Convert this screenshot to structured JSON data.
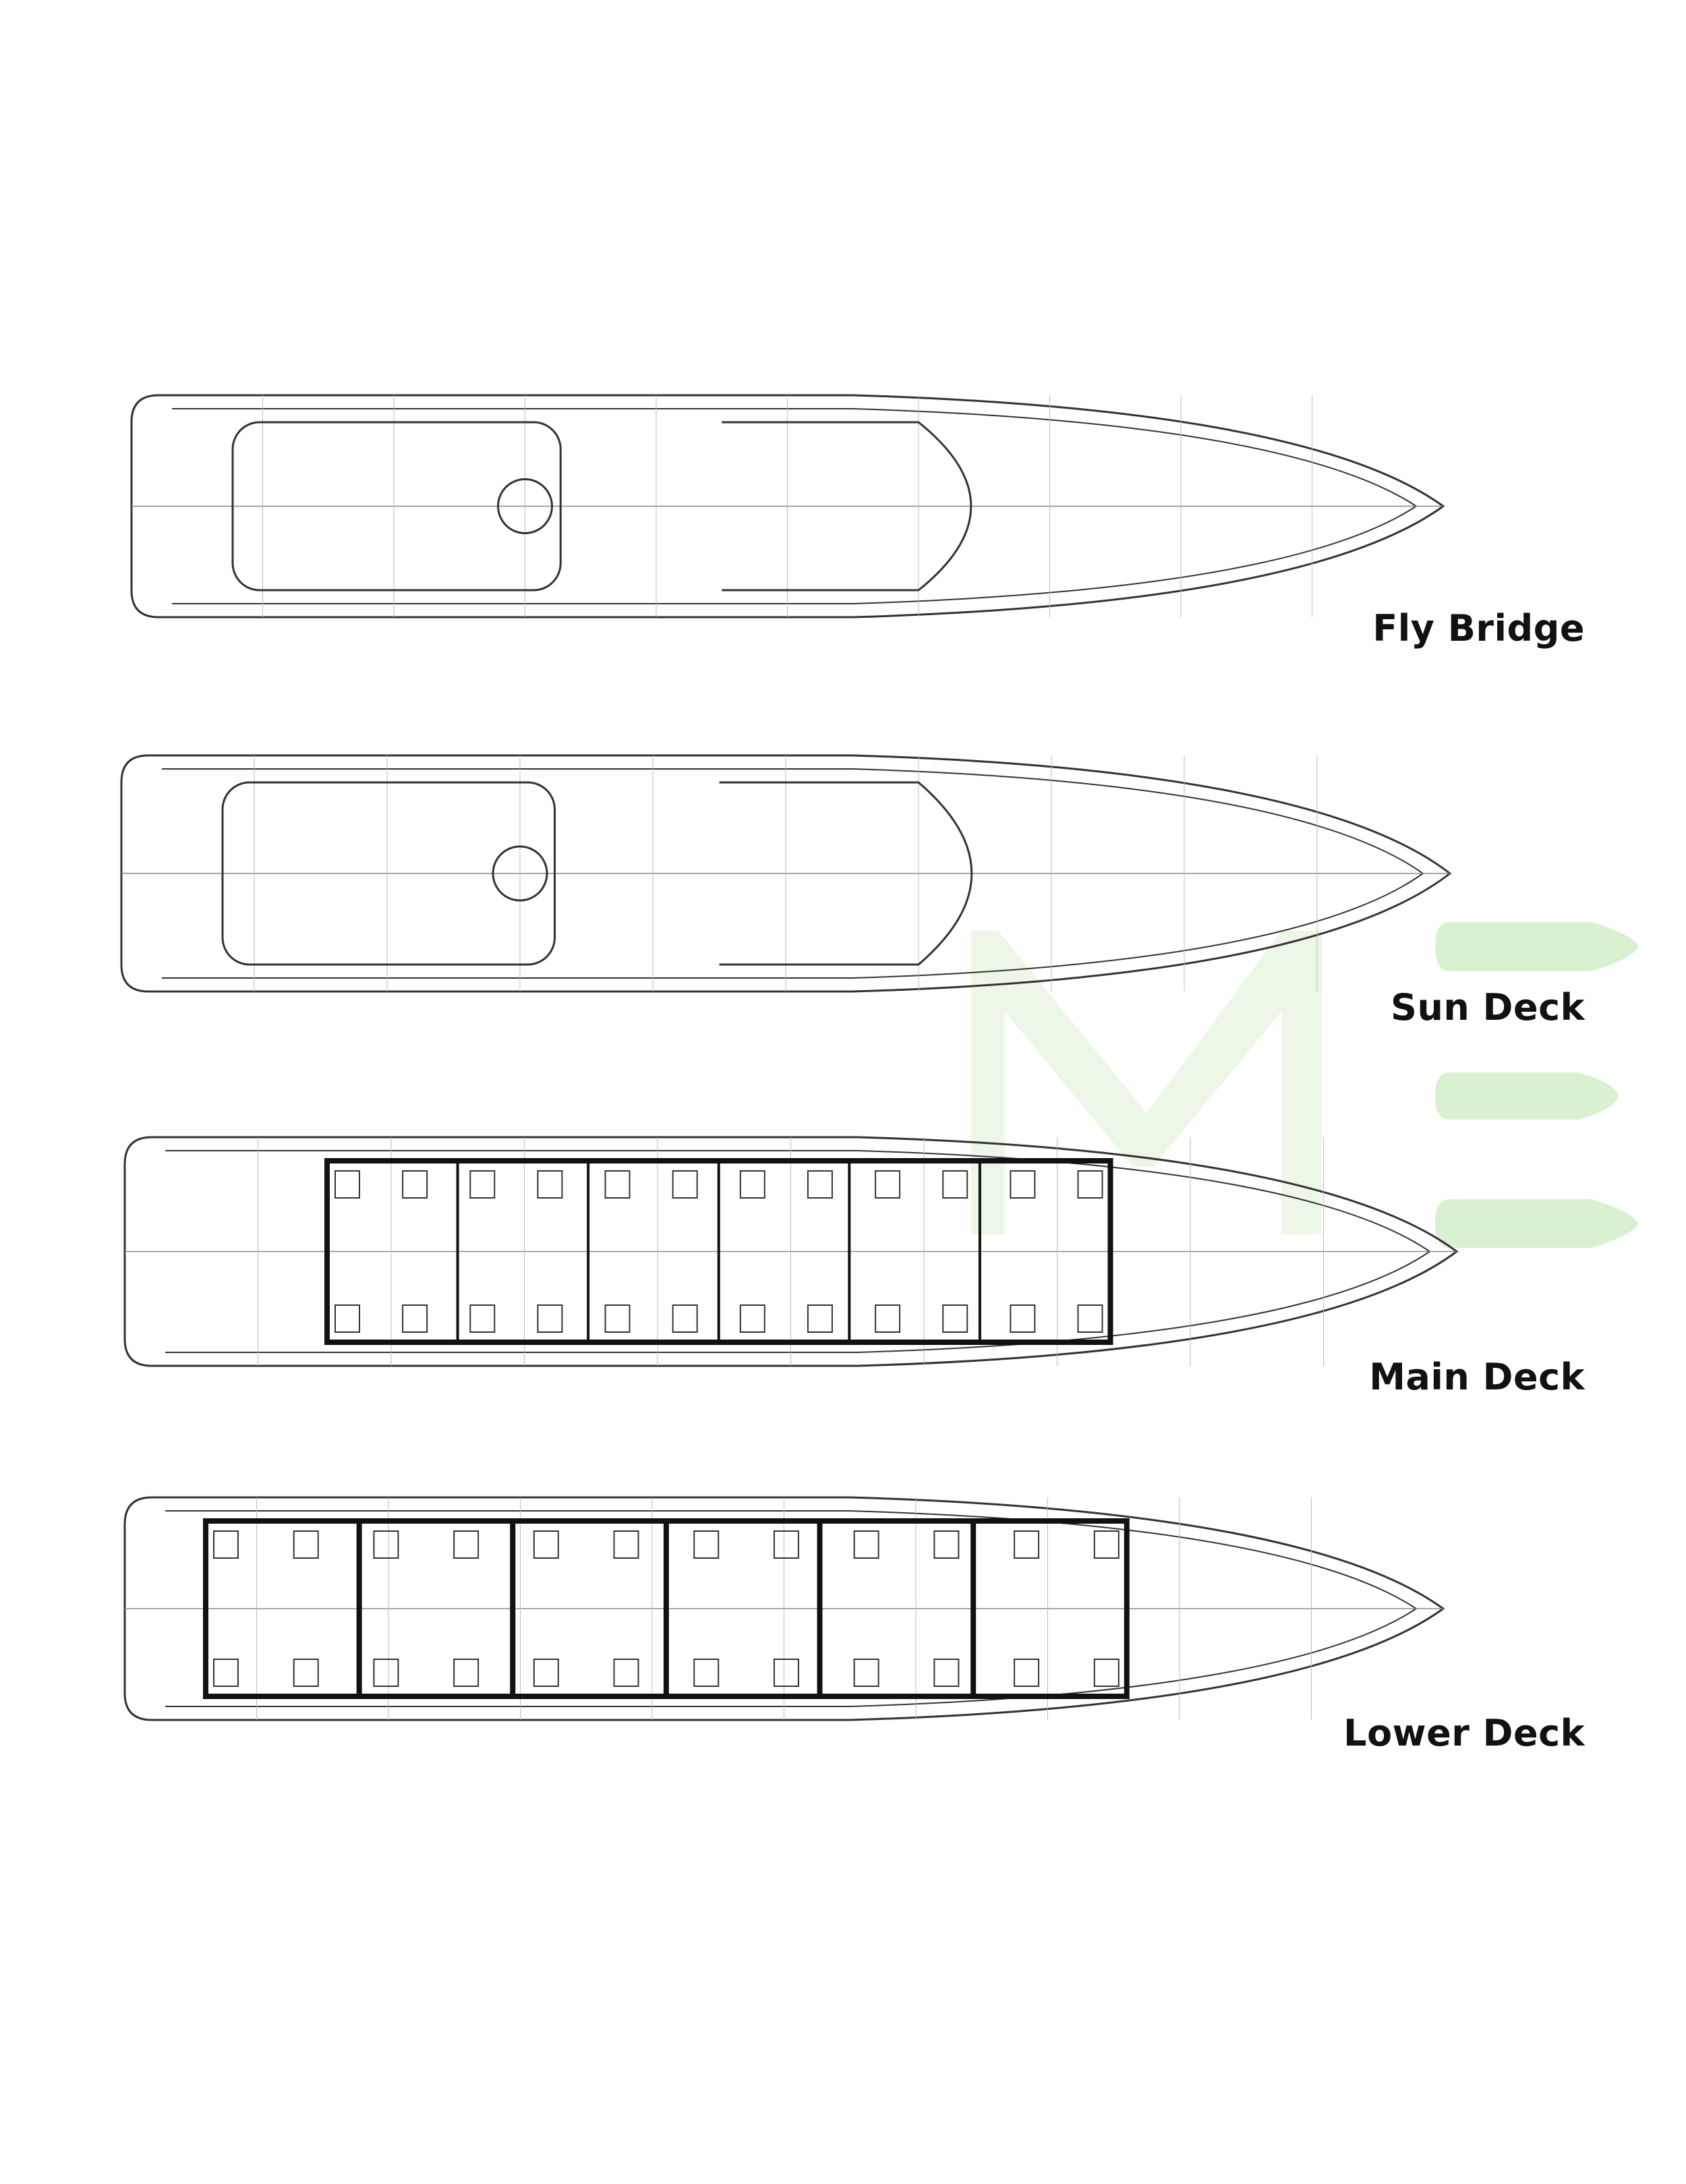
{
  "decks": [
    {
      "id": "fly-bridge",
      "label": "Fly Bridge"
    },
    {
      "id": "sun-deck",
      "label": "Sun Deck"
    },
    {
      "id": "main-deck",
      "label": "Main Deck"
    },
    {
      "id": "lower-deck",
      "label": "Lower Deck"
    }
  ],
  "watermark": {
    "text": "ME",
    "color": "#d6f0cc"
  },
  "colors": {
    "line": "#333333",
    "wall": "#111111",
    "background": "#ffffff"
  }
}
